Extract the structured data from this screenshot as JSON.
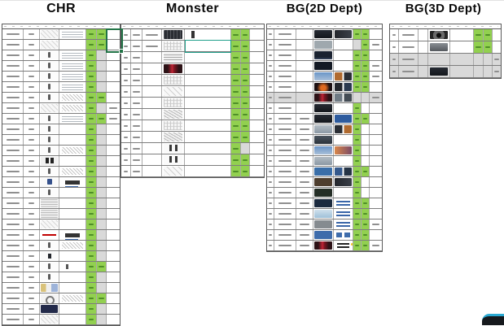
{
  "colors": {
    "status_green": "#92d050",
    "status_gray": "#d9d9d9",
    "selection_green": "#217346",
    "selection_teal": "#1f9f8a",
    "corner_accent": "#2aa9d2",
    "text_red": "#c00000",
    "text_blue": "#3a66a8",
    "highlight_yellow": "#f5c518"
  },
  "sections": [
    {
      "id": "chr",
      "title": "CHR",
      "cols": [
        "name",
        "date",
        "thumb",
        "notes",
        "s1",
        "s2",
        "last"
      ],
      "rows": [
        {
          "name": 1,
          "date": 1,
          "thumb": "sketch",
          "notes": "sketchtext",
          "s1": "green",
          "s2": "green",
          "last": ""
        },
        {
          "name": 1,
          "date": 1,
          "thumb": "sketch",
          "notes": "",
          "s1": "green",
          "s2": "green",
          "last": ""
        },
        {
          "name": 1,
          "date": 1,
          "thumb": "figure",
          "notes": "sketchtext",
          "s1": "green",
          "s2": "gray",
          "last": ""
        },
        {
          "name": 1,
          "date": 1,
          "thumb": "figure",
          "notes": "sketchtext",
          "s1": "green",
          "s2": "gray",
          "last": ""
        },
        {
          "name": 1,
          "date": 1,
          "thumb": "figure",
          "notes": "sketchtext",
          "s1": "green",
          "s2": "gray",
          "last": ""
        },
        {
          "name": 1,
          "date": 1,
          "thumb": "figure",
          "notes": "sketchtext",
          "s1": "green",
          "s2": "gray",
          "last": ""
        },
        {
          "name": 1,
          "date": 1,
          "thumb": "figure",
          "notes": "sketch",
          "s1": "green",
          "s2": "green",
          "last": ""
        },
        {
          "name": 1,
          "date": 1,
          "thumb": "sketch",
          "notes": "sketch",
          "s1": "green",
          "s2": "gray",
          "last": "text"
        },
        {
          "name": 1,
          "date": 1,
          "thumb": "figure",
          "notes": "sketchtext",
          "s1": "green",
          "s2": "green",
          "last": "text"
        },
        {
          "name": 1,
          "date": 1,
          "thumb": "figure",
          "notes": "",
          "s1": "green",
          "s2": "gray",
          "last": ""
        },
        {
          "name": 1,
          "date": 1,
          "thumb": "figure",
          "notes": "",
          "s1": "green",
          "s2": "gray",
          "last": ""
        },
        {
          "name": 1,
          "date": 1,
          "thumb": "figure",
          "notes": "sketch",
          "s1": "green",
          "s2": "gray",
          "last": ""
        },
        {
          "name": 1,
          "date": 1,
          "thumb": "darkfigs",
          "notes": "",
          "s1": "green",
          "s2": "gray",
          "last": ""
        },
        {
          "name": 1,
          "date": 1,
          "thumb": "figure",
          "notes": "sketch",
          "s1": "green",
          "s2": "gray",
          "last": ""
        },
        {
          "name": 1,
          "date": 1,
          "thumb": "bluefig",
          "notes": "darktag",
          "s1": "green",
          "s2": "gray",
          "last": ""
        },
        {
          "name": 1,
          "date": 1,
          "thumb": "figure",
          "notes": "",
          "s1": "green",
          "s2": "gray",
          "last": ""
        },
        {
          "name": 1,
          "date": 1,
          "thumb": "texture",
          "notes": "",
          "s1": "green",
          "s2": "gray",
          "last": ""
        },
        {
          "name": 1,
          "date": 1,
          "thumb": "texture",
          "notes": "",
          "s1": "green",
          "s2": "gray",
          "last": ""
        },
        {
          "name": 1,
          "date": 1,
          "thumb": "sketch",
          "notes": "",
          "s1": "green",
          "s2": "gray",
          "last": ""
        },
        {
          "name": 1,
          "date": 1,
          "thumb": "redtext",
          "notes": "darktag",
          "s1": "green",
          "s2": "gray",
          "last": ""
        },
        {
          "name": 1,
          "date": 1,
          "thumb": "figure",
          "notes": "sketch",
          "s1": "green",
          "s2": "gray",
          "last": ""
        },
        {
          "name": 1,
          "date": 1,
          "thumb": "darkfig",
          "notes": "",
          "s1": "green",
          "s2": "gray",
          "last": ""
        },
        {
          "name": 1,
          "date": 1,
          "thumb": "figure",
          "notes": "figure",
          "s1": "green",
          "s2": "green",
          "last": ""
        },
        {
          "name": 1,
          "date": 1,
          "thumb": "figure",
          "notes": "",
          "s1": "green",
          "s2": "gray",
          "last": ""
        },
        {
          "name": 1,
          "date": 1,
          "thumb": "colorbits",
          "notes": "",
          "s1": "green",
          "s2": "gray",
          "last": ""
        },
        {
          "name": 1,
          "date": 1,
          "thumb": "gear",
          "notes": "sketch",
          "s1": "green",
          "s2": "green",
          "last": ""
        },
        {
          "name": 1,
          "date": 1,
          "thumb": "darkblue",
          "notes": "",
          "s1": "green",
          "s2": "gray",
          "last": ""
        },
        {
          "name": 1,
          "date": 1,
          "thumb": "sketch",
          "notes": "",
          "s1": "green",
          "s2": "gray",
          "last": ""
        }
      ]
    },
    {
      "id": "monster",
      "title": "Monster",
      "cols": [
        "num",
        "name",
        "text3",
        "thumb",
        "notes",
        "s1",
        "s2",
        "last"
      ],
      "rows": [
        {
          "num": 1,
          "name": 1,
          "text3": 1,
          "thumb": "darkgrid",
          "notes": "smallfig",
          "s1": "green",
          "s2": "green",
          "last": ""
        },
        {
          "num": 1,
          "name": 1,
          "text3": 1,
          "thumb": "sketchgrid",
          "notes": "",
          "s1": "green",
          "s2": "green",
          "last": ""
        },
        {
          "num": 1,
          "name": 1,
          "text3": 0,
          "thumb": "waves",
          "notes": "",
          "s1": "green",
          "s2": "green",
          "last": ""
        },
        {
          "num": 1,
          "name": 1,
          "text3": 0,
          "thumb": "darkred",
          "notes": "",
          "s1": "green",
          "s2": "green",
          "last": ""
        },
        {
          "num": 1,
          "name": 1,
          "text3": 0,
          "thumb": "sketchgrid",
          "notes": "",
          "s1": "green",
          "s2": "green",
          "last": ""
        },
        {
          "num": 1,
          "name": 1,
          "text3": 0,
          "thumb": "sketchlight",
          "notes": "",
          "s1": "green",
          "s2": "green",
          "last": ""
        },
        {
          "num": 1,
          "name": 1,
          "text3": 0,
          "thumb": "sketchgrid",
          "notes": "",
          "s1": "green",
          "s2": "green",
          "last": ""
        },
        {
          "num": 1,
          "name": 1,
          "text3": 0,
          "thumb": "sketchmess",
          "notes": "",
          "s1": "green",
          "s2": "green",
          "last": ""
        },
        {
          "num": 1,
          "name": 1,
          "text3": 0,
          "thumb": "sketchgrid",
          "notes": "",
          "s1": "green",
          "s2": "green",
          "last": ""
        },
        {
          "num": 1,
          "name": 1,
          "text3": 0,
          "thumb": "sketchmess",
          "notes": "",
          "s1": "green",
          "s2": "green",
          "last": ""
        },
        {
          "num": 1,
          "name": 1,
          "text3": 0,
          "thumb": "twofigs",
          "notes": "",
          "s1": "green",
          "s2": "gray",
          "last": ""
        },
        {
          "num": 1,
          "name": 1,
          "text3": 0,
          "thumb": "twofigs",
          "notes": "",
          "s1": "green",
          "s2": "green",
          "last": ""
        },
        {
          "num": 1,
          "name": 1,
          "text3": 0,
          "thumb": "sketchlight",
          "notes": "",
          "s1": "green",
          "s2": "green",
          "last": ""
        }
      ]
    },
    {
      "id": "bg2d",
      "title": "BG(2D Dept)",
      "cols": [
        "num",
        "name",
        "text3",
        "thumb",
        "extra",
        "s1",
        "s2",
        "last"
      ],
      "rows": [
        {
          "num": 1,
          "name": 1,
          "text3": 0,
          "thumb": "dark",
          "extra": "darkwide",
          "s1": "green",
          "s2": "green",
          "last": ""
        },
        {
          "num": 1,
          "name": 1,
          "text3": 0,
          "thumb": "graycloud",
          "extra": "",
          "s1": "gray",
          "s2": "green",
          "last": "text"
        },
        {
          "num": 1,
          "name": 1,
          "text3": 0,
          "thumb": "nightcity",
          "extra": "",
          "s1": "green",
          "s2": "green",
          "last": ""
        },
        {
          "num": 1,
          "name": 1,
          "text3": 0,
          "thumb": "night",
          "extra": "",
          "s1": "green",
          "s2": "green",
          "last": "text"
        },
        {
          "num": 1,
          "name": 1,
          "text3": 0,
          "thumb": "bluesky",
          "extra": "orangepair",
          "s1": "green",
          "s2": "green",
          "last": "text"
        },
        {
          "num": 1,
          "name": 1,
          "text3": 0,
          "thumb": "fire",
          "extra": "darkpair",
          "s1": "green",
          "s2": "green",
          "last": ""
        },
        {
          "num": 1,
          "name": 1,
          "text3": 0,
          "thumb": "darkred",
          "extra": "graypair",
          "s1": "gray",
          "s2": "gray",
          "last": "text",
          "shaded": 1
        },
        {
          "num": 1,
          "name": 1,
          "text3": 0,
          "thumb": "dark",
          "extra": "",
          "s1": "green",
          "s2": "white",
          "last": ""
        },
        {
          "num": 1,
          "name": 1,
          "text3": 1,
          "thumb": "dark",
          "extra": "bluewide",
          "s1": "green",
          "s2": "green",
          "last": ""
        },
        {
          "num": 1,
          "name": 1,
          "text3": 1,
          "thumb": "cloud",
          "extra": "darkorange",
          "s1": "green",
          "s2": "white",
          "last": ""
        },
        {
          "num": 1,
          "name": 1,
          "text3": 1,
          "thumb": "darkcloud",
          "extra": "",
          "s1": "green",
          "s2": "white",
          "last": ""
        },
        {
          "num": 1,
          "name": 1,
          "text3": 1,
          "thumb": "bluesky",
          "extra": "sunset",
          "s1": "green",
          "s2": "white",
          "last": ""
        },
        {
          "num": 1,
          "name": 1,
          "text3": 1,
          "thumb": "cloud",
          "extra": "",
          "s1": "green",
          "s2": "white",
          "last": ""
        },
        {
          "num": 1,
          "name": 1,
          "text3": 1,
          "thumb": "blue",
          "extra": "bluepair",
          "s1": "green",
          "s2": "green",
          "last": ""
        },
        {
          "num": 1,
          "name": 1,
          "text3": 1,
          "thumb": "brown",
          "extra": "darkwide",
          "s1": "green",
          "s2": "white",
          "last": ""
        },
        {
          "num": 1,
          "name": 1,
          "text3": 1,
          "thumb": "darkgreen",
          "extra": "",
          "s1": "green",
          "s2": "white",
          "last": ""
        },
        {
          "num": 1,
          "name": 1,
          "text3": 1,
          "thumb": "nightblue",
          "extra": "bluetext",
          "s1": "green",
          "s2": "green",
          "last": ""
        },
        {
          "num": 1,
          "name": 1,
          "text3": 1,
          "thumb": "ice",
          "extra": "bluetext",
          "s1": "green",
          "s2": "green",
          "last": ""
        },
        {
          "num": 1,
          "name": 1,
          "text3": 1,
          "thumb": "gray",
          "extra": "bluetext",
          "s1": "green",
          "s2": "green",
          "last": "text"
        },
        {
          "num": 1,
          "name": 1,
          "text3": 1,
          "thumb": "bluecar",
          "extra": "icons",
          "s1": "green",
          "s2": "green",
          "last": ""
        },
        {
          "num": 1,
          "name": 1,
          "text3": 1,
          "thumb": "darkred",
          "extra": "boldtext",
          "s1": "green",
          "s2": "green",
          "last": "text"
        }
      ]
    },
    {
      "id": "bg3d",
      "title": "BG(3D Dept)",
      "cols": [
        "num",
        "name",
        "small",
        "thumb",
        "notes",
        "s1",
        "s2",
        "last"
      ],
      "rows": [
        {
          "num": 1,
          "name": 1,
          "small": 0,
          "thumb": "tunnel",
          "notes": "",
          "s1": "green",
          "s2": "green",
          "last": ""
        },
        {
          "num": 1,
          "name": 1,
          "small": 0,
          "thumb": "building",
          "notes": "",
          "s1": "green",
          "s2": "green",
          "last": ""
        },
        {
          "num": 1,
          "name": 1,
          "small": 0,
          "thumb": "",
          "notes": "",
          "s1": "white",
          "s2": "white",
          "last": "text",
          "shaded": 1
        },
        {
          "num": 1,
          "name": 1,
          "small": 0,
          "thumb": "dark",
          "notes": "",
          "s1": "white",
          "s2": "gray",
          "last": "text",
          "shaded": 1
        }
      ]
    }
  ]
}
